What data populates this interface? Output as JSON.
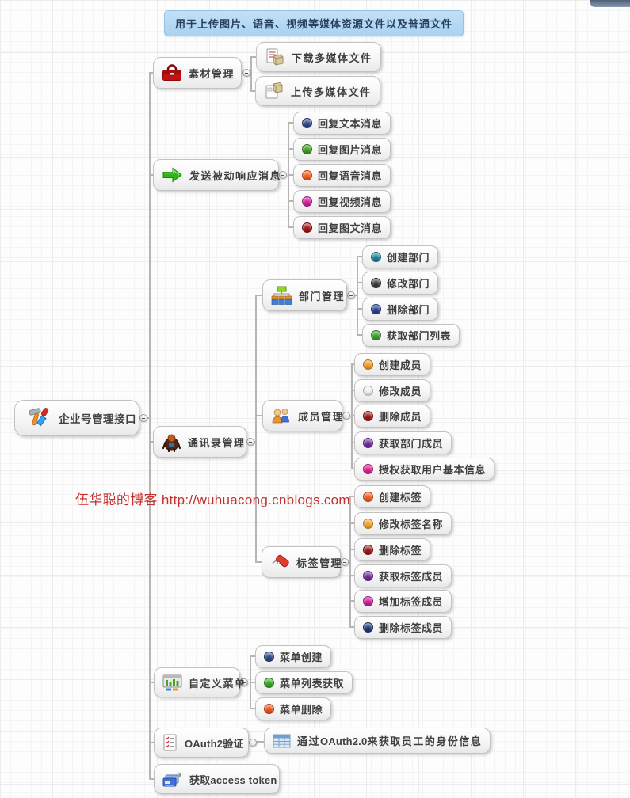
{
  "banner": {
    "text": "用于上传图片、语音、视频等媒体资源文件以及普通文件"
  },
  "watermark": {
    "text": "伍华聪的博客 http://wuhuacong.cnblogs.com"
  },
  "root": {
    "label": "企业号管理接口"
  },
  "branches": {
    "material": {
      "label": "素材管理",
      "children": {
        "download": {
          "label": "下载多媒体文件"
        },
        "upload": {
          "label": "上传多媒体文件"
        }
      }
    },
    "send": {
      "label": "发送被动响应消息",
      "children": {
        "text": {
          "label": "回复文本消息",
          "dot": "#2e4485"
        },
        "image": {
          "label": "回复图片消息",
          "dot": "#3f9b1e"
        },
        "voice": {
          "label": "回复语音消息",
          "dot": "#f25c19"
        },
        "video": {
          "label": "回复视频消息",
          "dot": "#cf1d9e"
        },
        "news": {
          "label": "回复图文消息",
          "dot": "#a01313"
        }
      }
    },
    "contacts": {
      "label": "通讯录管理",
      "children": {
        "dept": {
          "label": "部门管理",
          "children": {
            "create": {
              "label": "创建部门",
              "dot": "#1b7f96"
            },
            "modify": {
              "label": "修改部门",
              "dot": "#3a3a3a"
            },
            "delete": {
              "label": "删除部门",
              "dot": "#28418f"
            },
            "list": {
              "label": "获取部门列表",
              "dot": "#35a325"
            }
          }
        },
        "member": {
          "label": "成员管理",
          "children": {
            "create": {
              "label": "创建成员",
              "dot": "#f09a28"
            },
            "modify": {
              "label": "修改成员",
              "dot": "#f0f0f0"
            },
            "delete": {
              "label": "删除成员",
              "dot": "#991616"
            },
            "get_dept": {
              "label": "获取部门成员",
              "dot": "#6f2a9e"
            },
            "auth": {
              "label": "授权获取用户基本信息",
              "dot": "#e01f8f"
            }
          }
        },
        "tag": {
          "label": "标签管理",
          "children": {
            "create": {
              "label": "创建标签",
              "dot": "#f2581c"
            },
            "rename": {
              "label": "修改标签名称",
              "dot": "#f0a22a"
            },
            "delete": {
              "label": "删除标签",
              "dot": "#991414"
            },
            "get": {
              "label": "获取标签成员",
              "dot": "#6f2a9e"
            },
            "add": {
              "label": "增加标签成员",
              "dot": "#ce1d9c"
            },
            "remove": {
              "label": "删除标签成员",
              "dot": "#203a75"
            }
          }
        }
      }
    },
    "menu": {
      "label": "自定义菜单",
      "children": {
        "create": {
          "label": "菜单创建",
          "dot": "#2e4485"
        },
        "list": {
          "label": "菜单列表获取",
          "dot": "#35a325"
        },
        "delete": {
          "label": "菜单删除",
          "dot": "#ea4d18"
        }
      }
    },
    "oauth": {
      "label": "OAuth2验证",
      "children": {
        "identity": {
          "label_prefix": "通过",
          "label_bold": "OAuth2.0",
          "label_suffix": "来获取员工的身份信息"
        }
      }
    },
    "token": {
      "label": "获取access token"
    }
  }
}
